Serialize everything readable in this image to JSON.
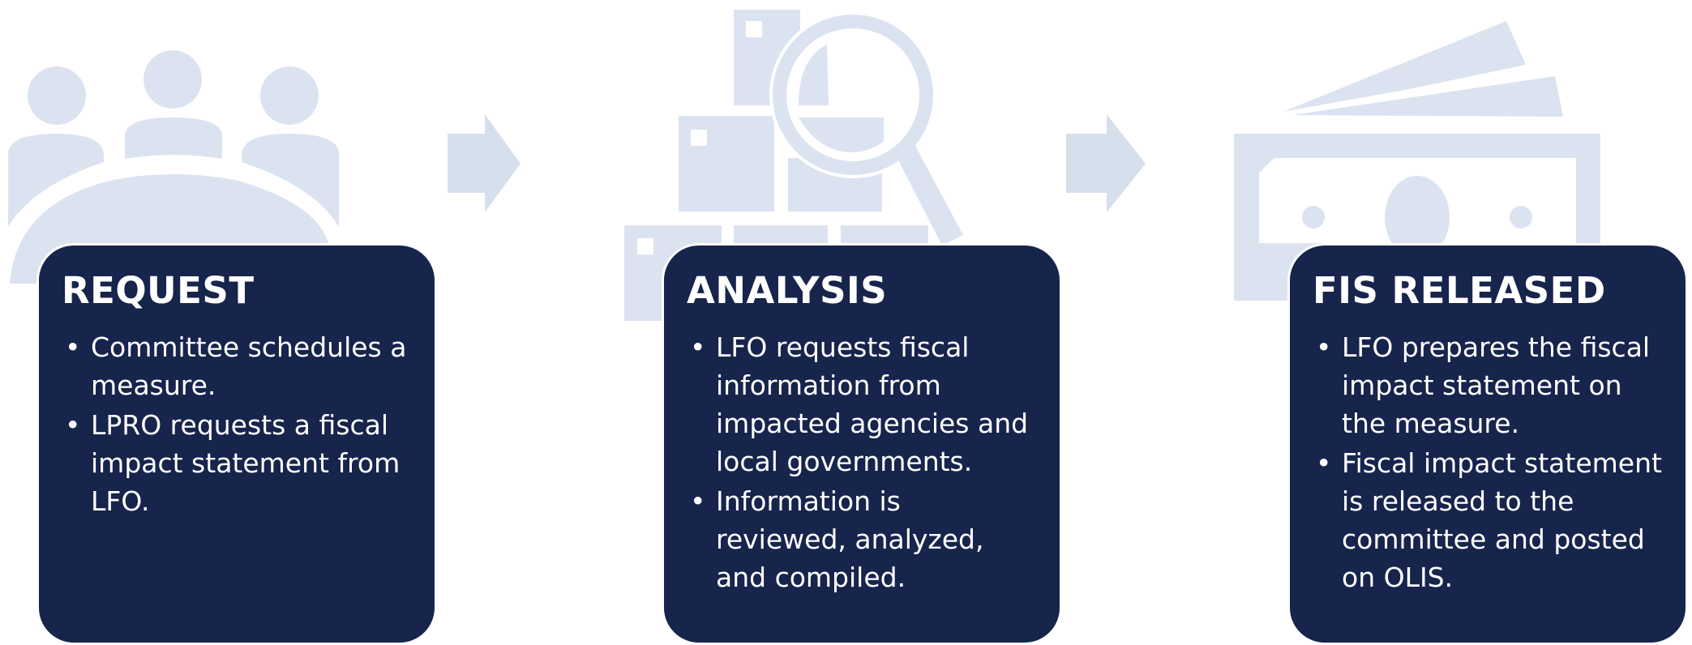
{
  "colors": {
    "icon_fill": "#dce3f0",
    "arrow_fill": "#d6dfec",
    "card_fill": "#17244c",
    "card_text": "#ffffff"
  },
  "icons": [
    "meeting-committee-icon",
    "boxes-magnifier-icon",
    "money-bills-icon",
    "right-arrow-icon"
  ],
  "steps": [
    {
      "title": "REQUEST",
      "bullets": [
        "Committee schedules a measure.",
        "LPRO requests a fiscal impact statement from LFO."
      ]
    },
    {
      "title": "ANALYSIS",
      "bullets": [
        "LFO requests fiscal information from impacted agencies and local governments.",
        "Information is reviewed, analyzed, and compiled."
      ]
    },
    {
      "title": "FIS RELEASED",
      "bullets": [
        "LFO prepares the fiscal impact statement on the measure.",
        "Fiscal impact statement is released to the committee and posted on OLIS."
      ]
    }
  ]
}
